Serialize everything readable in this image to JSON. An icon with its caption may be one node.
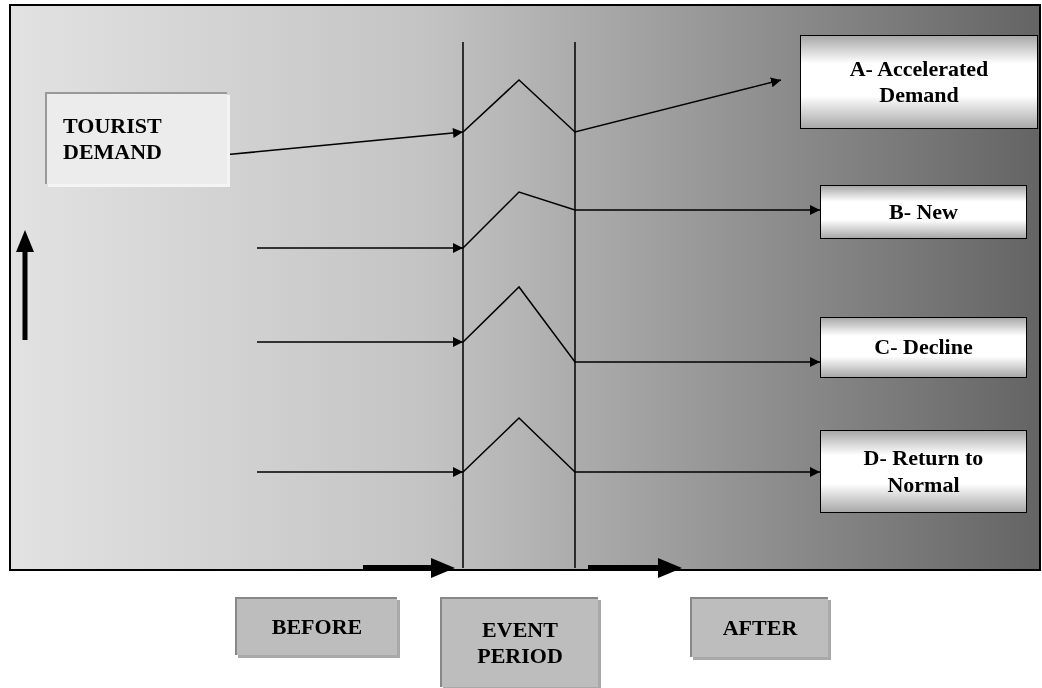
{
  "diagram": {
    "nodes": [
      {
        "text": [
          "TOURIST DEMAND"
        ]
      },
      {
        "text": [
          "A- Accelerated Demand"
        ]
      },
      {
        "text": [
          "B- New"
        ]
      },
      {
        "text": [
          "C- Decline"
        ]
      },
      {
        "text": [
          "D- Return to Normal"
        ]
      },
      {
        "text": [
          "BEFORE"
        ]
      },
      {
        "text": [
          "EVENT PERIOD"
        ]
      },
      {
        "text": [
          "AFTER"
        ]
      }
    ],
    "edges": [
      {
        "from": 0,
        "to": 1,
        "arrow": "to"
      },
      {
        "from": null,
        "to": 2,
        "arrow": "to"
      },
      {
        "from": null,
        "to": 3,
        "arrow": "to"
      },
      {
        "from": null,
        "to": 4,
        "arrow": "to"
      }
    ]
  }
}
